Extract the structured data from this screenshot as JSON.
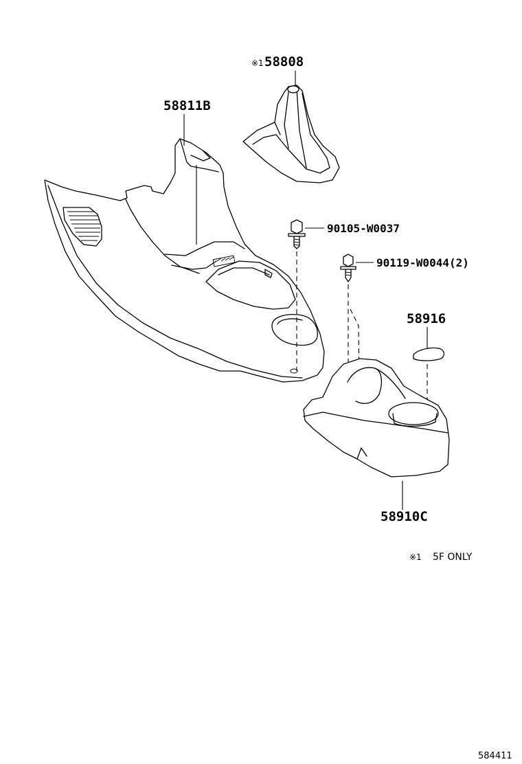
{
  "parts": {
    "shift_boot": {
      "marker": "※1",
      "number": "58808"
    },
    "front_panel": {
      "number": "58811B"
    },
    "bolt_a": {
      "number": "90105-W0037"
    },
    "bolt_b": {
      "number": "90119-W0044(2)"
    },
    "plug": {
      "number": "58916"
    },
    "rear_console": {
      "number": "58910C"
    }
  },
  "footnote": {
    "marker": "※1",
    "text": "5F ONLY"
  },
  "drawing_code": "584411"
}
